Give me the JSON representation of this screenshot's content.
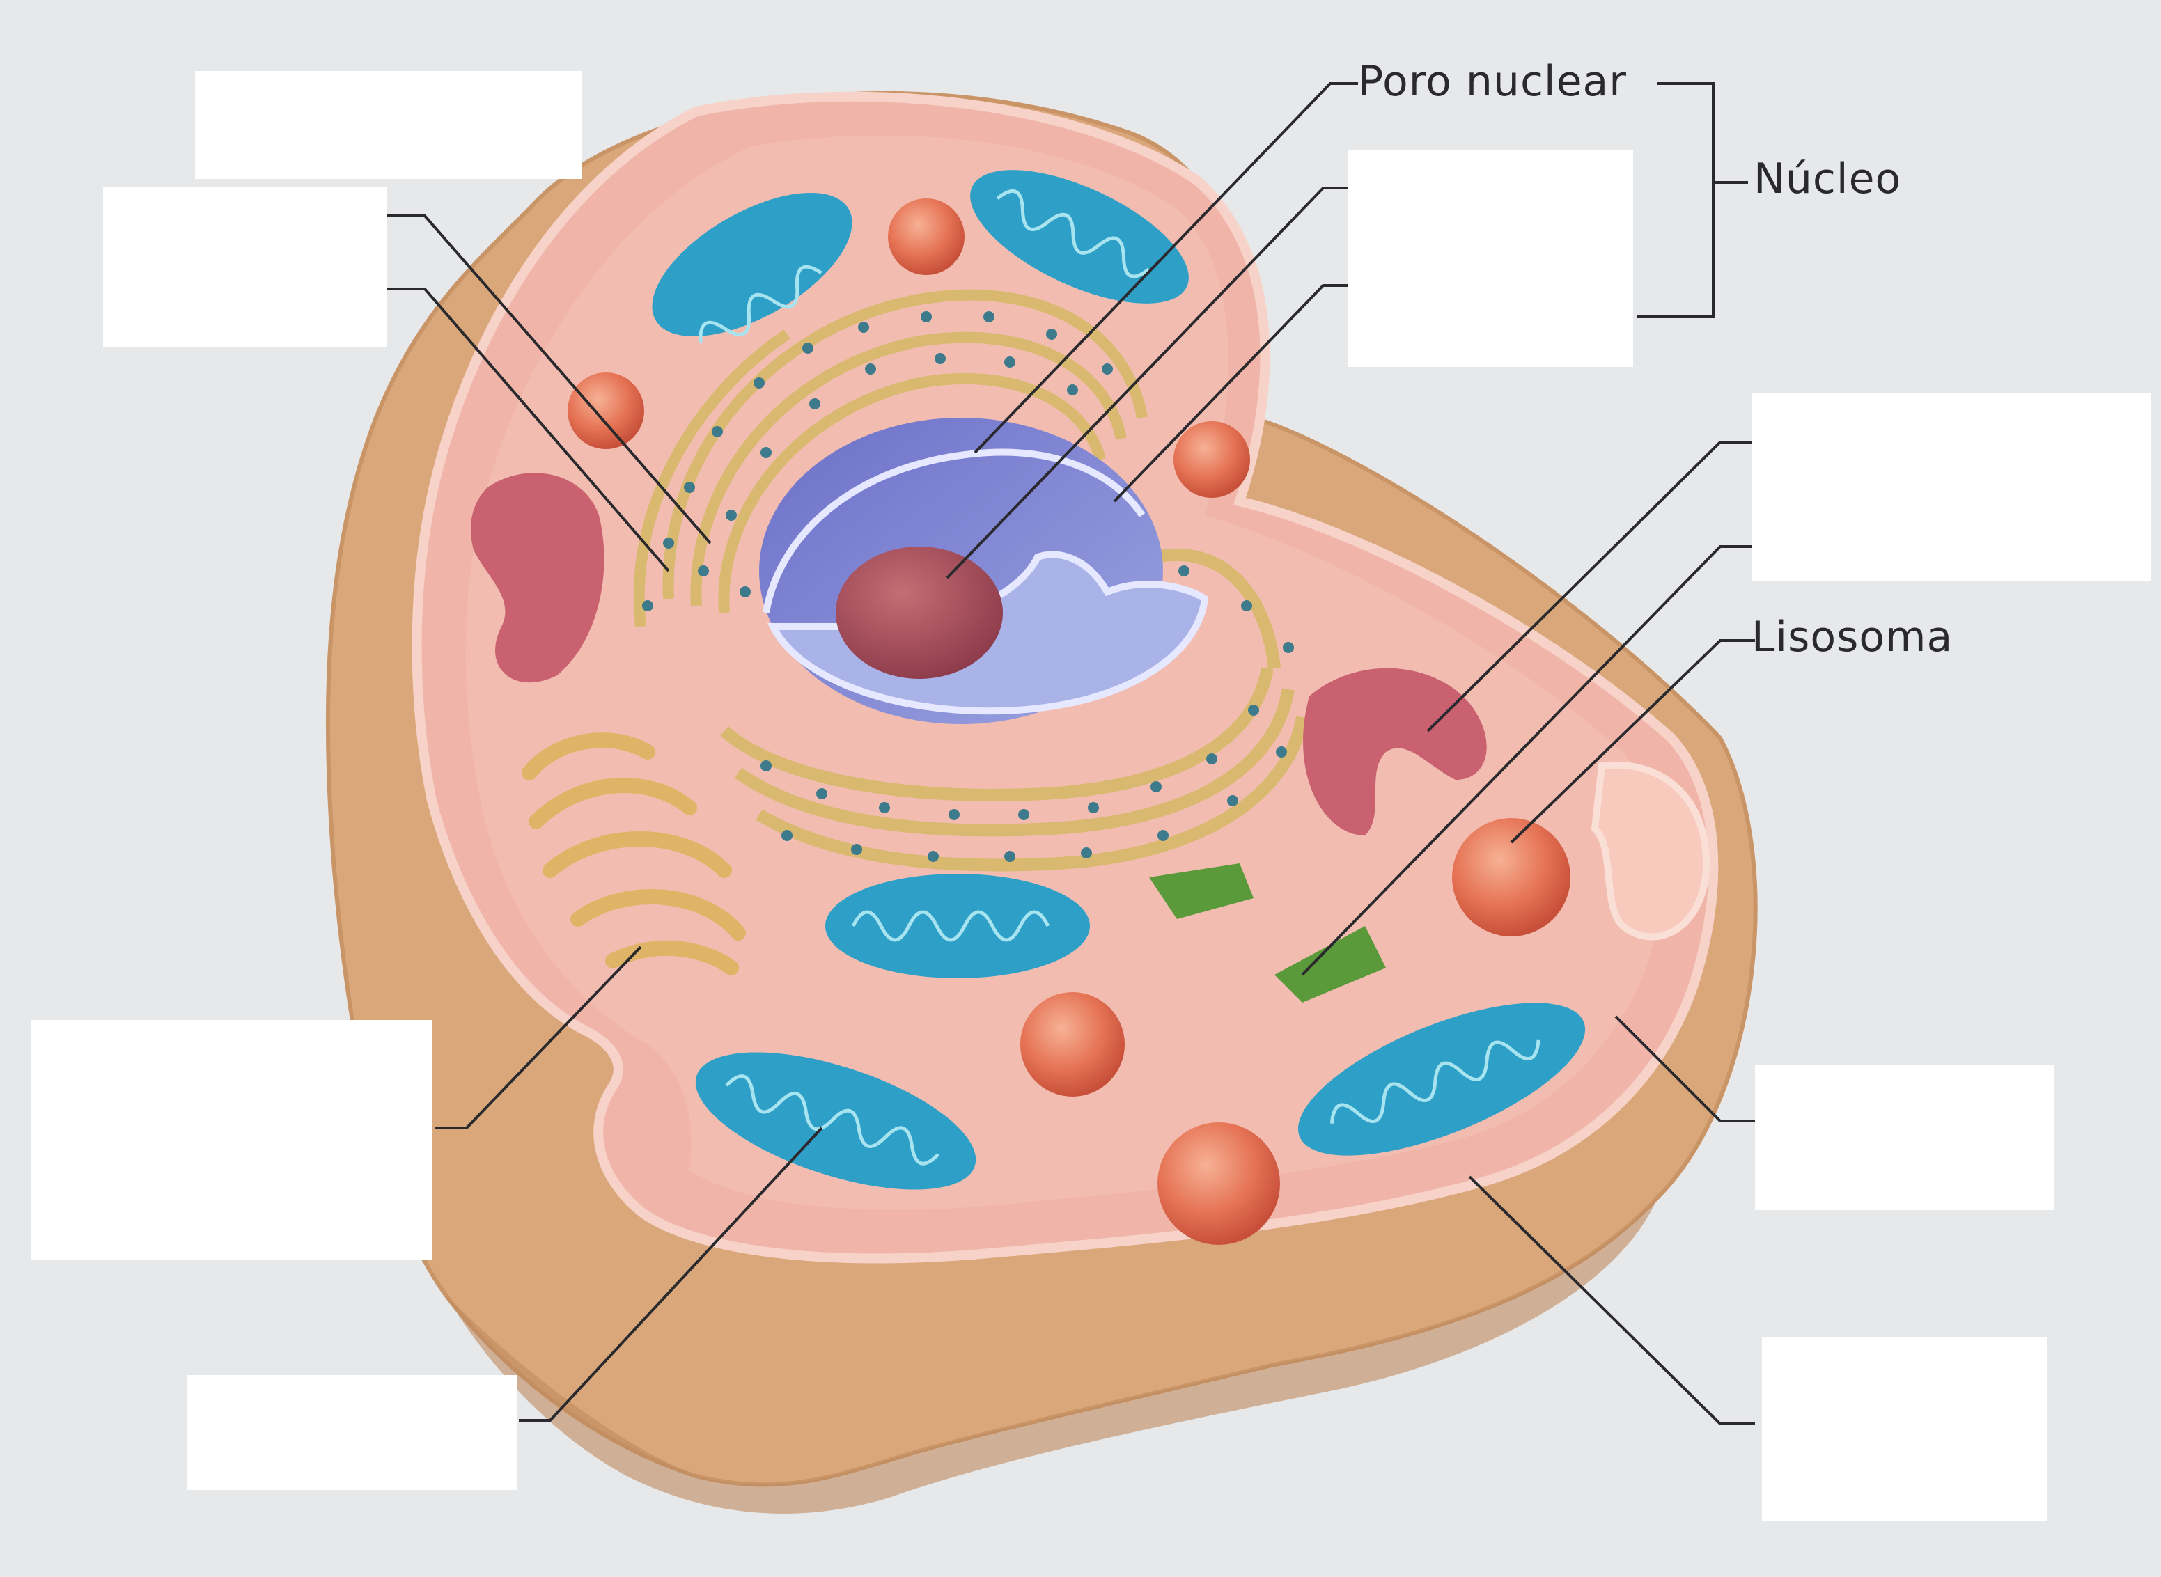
{
  "labels": {
    "nuclear_pore": "Poro nuclear",
    "nucleus": "Núcleo",
    "lysosome": "Lisosoma"
  },
  "blank_boxes": [
    {
      "id": "blank-top-left"
    },
    {
      "id": "blank-left-upper"
    },
    {
      "id": "blank-nucleus-parts"
    },
    {
      "id": "blank-right-upper"
    },
    {
      "id": "blank-left-lower"
    },
    {
      "id": "blank-bottom-left"
    },
    {
      "id": "blank-right-middle"
    },
    {
      "id": "blank-right-lower"
    }
  ],
  "colors": {
    "background": "#e6e8ea",
    "outer_membrane": "#d9a77a",
    "cytoplasm": "#f0b5a8",
    "mitochondria": "#2ea0c8",
    "nucleus": "#7d7fd0",
    "nucleolus": "#a84d5c",
    "golgi": "#e0b466",
    "rough_er": "#d9b870",
    "ribosome_dots": "#3c7a8c",
    "lysosome": "#e06f4f",
    "smooth_er": "#c96170",
    "centriole": "#5a9a3a",
    "leader_line": "#2a2a2e"
  }
}
